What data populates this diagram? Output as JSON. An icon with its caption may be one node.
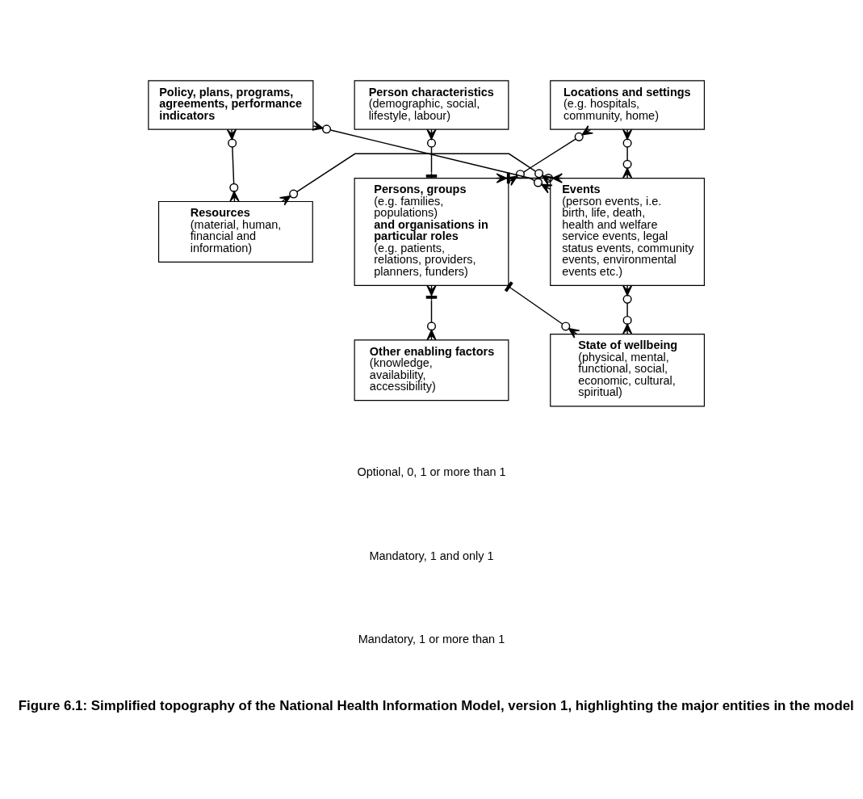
{
  "diagram": {
    "caption": "Figure 6.1: Simplified topography of the National Health Information Model, version 1, highlighting the major entities in the model",
    "nodes": [
      {
        "text": [
          "Policy, plans, programs, agreements, performance indicators"
        ]
      },
      {
        "text": [
          "Person characteristics",
          "(demographic, social, lifestyle, labour)"
        ]
      },
      {
        "text": [
          "Locations and settings",
          "(e.g. hospitals, community, home)"
        ]
      },
      {
        "text": [
          "Resources",
          "(material, human, financial and information)"
        ]
      },
      {
        "text": [
          "Persons, groups",
          "(e.g. families, populations)",
          "and organisations in particular roles",
          "(e.g. patients, relations, providers, planners, funders)"
        ]
      },
      {
        "text": [
          "Events",
          "(person events, i.e. birth, life, death, health and welfare service events, legal status events, community events, environmental events etc.)"
        ]
      },
      {
        "text": [
          "Other enabling factors",
          "(knowledge, availability, accessibility)"
        ]
      },
      {
        "text": [
          "State of wellbeing",
          "(physical, mental, functional, social, economic, cultural, spiritual)"
        ]
      }
    ],
    "edges": [
      {
        "from": 0,
        "to": 5,
        "arrow": "other"
      },
      {
        "from": 0,
        "to": 3,
        "arrow": "other"
      },
      {
        "from": 1,
        "to": 4,
        "arrow": "other"
      },
      {
        "from": 2,
        "to": 4,
        "arrow": "other"
      },
      {
        "from": 2,
        "to": 5,
        "arrow": "other"
      },
      {
        "from": 4,
        "to": 5,
        "arrow": "other"
      },
      {
        "from": 4,
        "to": 6,
        "arrow": "other"
      },
      {
        "from": 3,
        "to": 5,
        "arrow": "other"
      },
      {
        "from": 4,
        "to": 7,
        "arrow": "other"
      },
      {
        "from": 7,
        "to": 5,
        "arrow": "other"
      }
    ],
    "legend": [
      {
        "text": "Optional, 0, 1 or more than 1"
      },
      {
        "text": "Mandatory, 1 and only 1"
      },
      {
        "text": "Mandatory, 1 or more than 1"
      }
    ]
  }
}
